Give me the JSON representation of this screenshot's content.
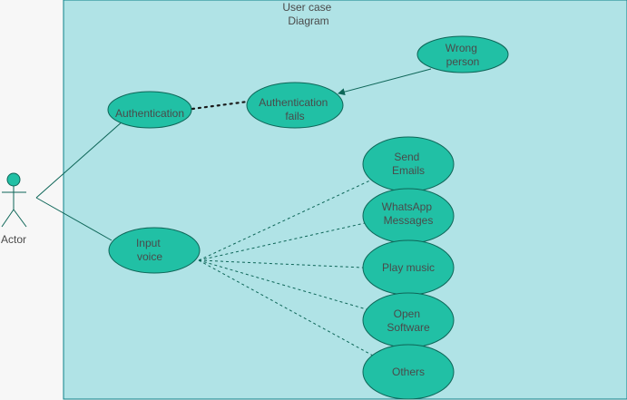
{
  "title": [
    "User case",
    "Diagram"
  ],
  "actor": {
    "label": "Actor"
  },
  "use_cases": {
    "authentication": [
      "Authentication"
    ],
    "authentication_fails": [
      "Authentication",
      "fails"
    ],
    "wrong_person": [
      "Wrong",
      "person"
    ],
    "input_voice": [
      "Input",
      "voice"
    ],
    "send_emails": [
      "Send",
      "Emails"
    ],
    "whatsapp_messages": [
      "WhatsApp",
      "Messages"
    ],
    "play_music": [
      "Play music"
    ],
    "open_software": [
      "Open",
      "Software"
    ],
    "others": [
      "Others"
    ]
  },
  "colors": {
    "boundary_fill": "#b0e3e6",
    "boundary_stroke": "#0e8088",
    "usecase_fill": "#21c0a5",
    "usecase_stroke": "#0e6658",
    "edge": "#0e6658",
    "text": "#4a4a4a"
  }
}
